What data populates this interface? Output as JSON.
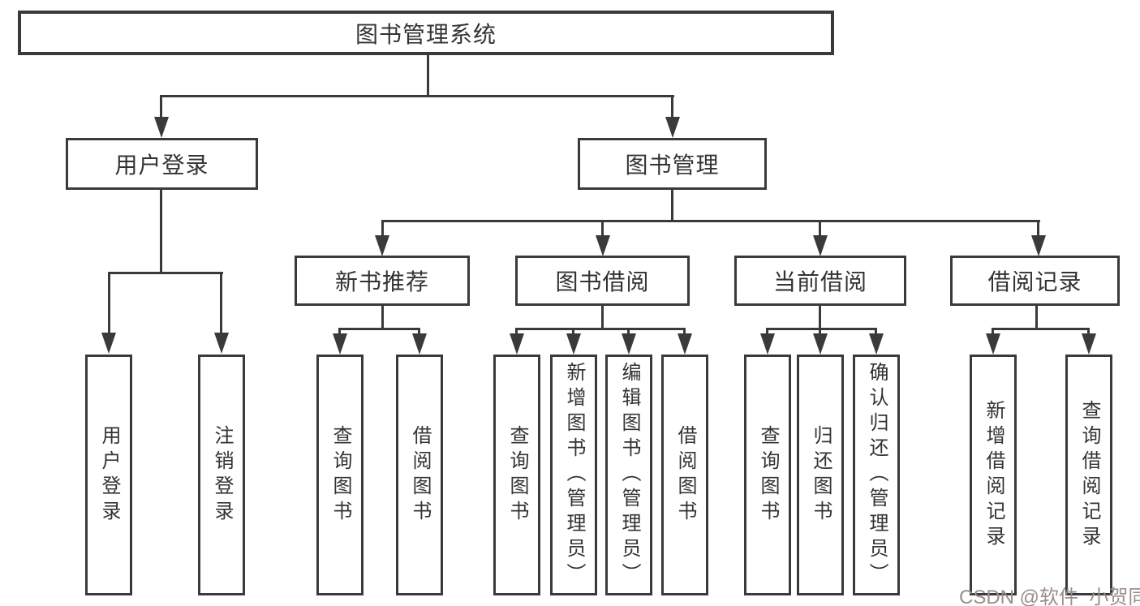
{
  "tree": {
    "root": "图书管理系统",
    "level2": [
      {
        "label": "用户登录",
        "leaves": [
          "用户登录",
          "注销登录"
        ]
      },
      {
        "label": "图书管理",
        "groups": [
          {
            "label": "新书推荐",
            "leaves": [
              "查询图书",
              "借阅图书"
            ]
          },
          {
            "label": "图书借阅",
            "leaves": [
              "查询图书",
              "新增图书（管理员）",
              "编辑图书（管理员）",
              "借阅图书"
            ]
          },
          {
            "label": "当前借阅",
            "leaves": [
              "查询图书",
              "归还图书",
              "确认归还（管理员）"
            ]
          },
          {
            "label": "借阅记录",
            "leaves": [
              "新增借阅记录",
              "查询借阅记录"
            ]
          }
        ]
      }
    ]
  },
  "watermark": {
    "text": "CSDN @软件_小贺同学"
  },
  "colors": {
    "line": "#3a3a3a",
    "text": "#333333",
    "box_background": "#ffffff",
    "watermark": "#9a8d8f"
  }
}
